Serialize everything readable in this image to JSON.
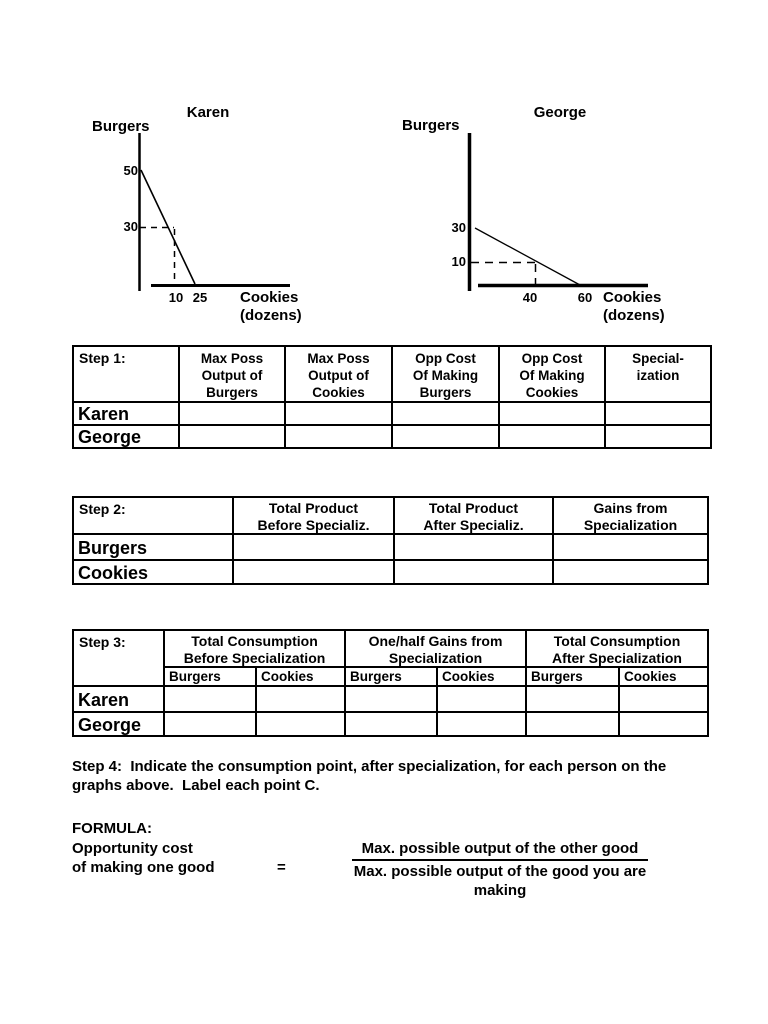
{
  "colors": {
    "page_bg": "#ffffff",
    "ink": "#000000"
  },
  "graphs": {
    "karen": {
      "title": "Karen",
      "y_axis_label": "Burgers",
      "x_axis_label": "Cookies\n(dozens)",
      "y_ticks": {
        "top": "50",
        "mid": "30"
      },
      "x_ticks": {
        "first": "10",
        "second": "25"
      }
    },
    "george": {
      "title": "George",
      "y_axis_label": "Burgers",
      "x_axis_label": "Cookies\n(dozens)",
      "y_ticks": {
        "top": "30",
        "mid": "10"
      },
      "x_ticks": {
        "first": "40",
        "second": "60"
      }
    }
  },
  "chart_data": [
    {
      "type": "line",
      "title": "Karen",
      "xlabel": "Cookies (dozens)",
      "ylabel": "Burgers",
      "series": [
        {
          "name": "Karen production possibilities frontier",
          "points": [
            [
              0,
              50
            ],
            [
              25,
              0
            ]
          ]
        }
      ],
      "dashed_reference_point": {
        "x": 10,
        "y": 30
      },
      "x_ticks": [
        10,
        25
      ],
      "y_ticks": [
        30,
        50
      ],
      "grid": false,
      "legend": false
    },
    {
      "type": "line",
      "title": "George",
      "xlabel": "Cookies (dozens)",
      "ylabel": "Burgers",
      "series": [
        {
          "name": "George production possibilities frontier",
          "points": [
            [
              0,
              30
            ],
            [
              60,
              0
            ]
          ]
        }
      ],
      "dashed_reference_point": {
        "x": 40,
        "y": 10
      },
      "x_ticks": [
        40,
        60
      ],
      "y_ticks": [
        10,
        30
      ],
      "grid": false,
      "legend": false
    }
  ],
  "step1_table": {
    "corner": "Step 1:",
    "headers": [
      "Max Poss\nOutput of\nBurgers",
      "Max Poss\nOutput of\nCookies",
      "Opp Cost\nOf Making\nBurgers",
      "Opp Cost\nOf Making\nCookies",
      "Special-\nization"
    ],
    "row_labels": [
      "Karen",
      "George"
    ]
  },
  "step2_table": {
    "corner": "Step 2:",
    "headers": [
      "Total Product\nBefore Specializ.",
      "Total Product\nAfter Specializ.",
      "Gains from\nSpecialization"
    ],
    "row_labels": [
      "Burgers",
      "Cookies"
    ]
  },
  "step3_table": {
    "corner": "Step 3:",
    "group_headers": [
      "Total Consumption\nBefore Specialization",
      "One/half Gains from\nSpecialization",
      "Total Consumption\nAfter Specialization"
    ],
    "sub_headers": [
      "Burgers",
      "Cookies",
      "Burgers",
      "Cookies",
      "Burgers",
      "Cookies"
    ],
    "row_labels": [
      "Karen",
      "George"
    ]
  },
  "step4": {
    "text": "Step 4:  Indicate the consumption point, after specialization, for each person on the\ngraphs above.  Label each point C."
  },
  "formula": {
    "heading": "FORMULA:",
    "left_text": "Opportunity cost\nof making one good",
    "equals_sign": "=",
    "numerator": "Max. possible output of the other good",
    "denominator": "Max. possible output of the good you are\nmaking"
  }
}
